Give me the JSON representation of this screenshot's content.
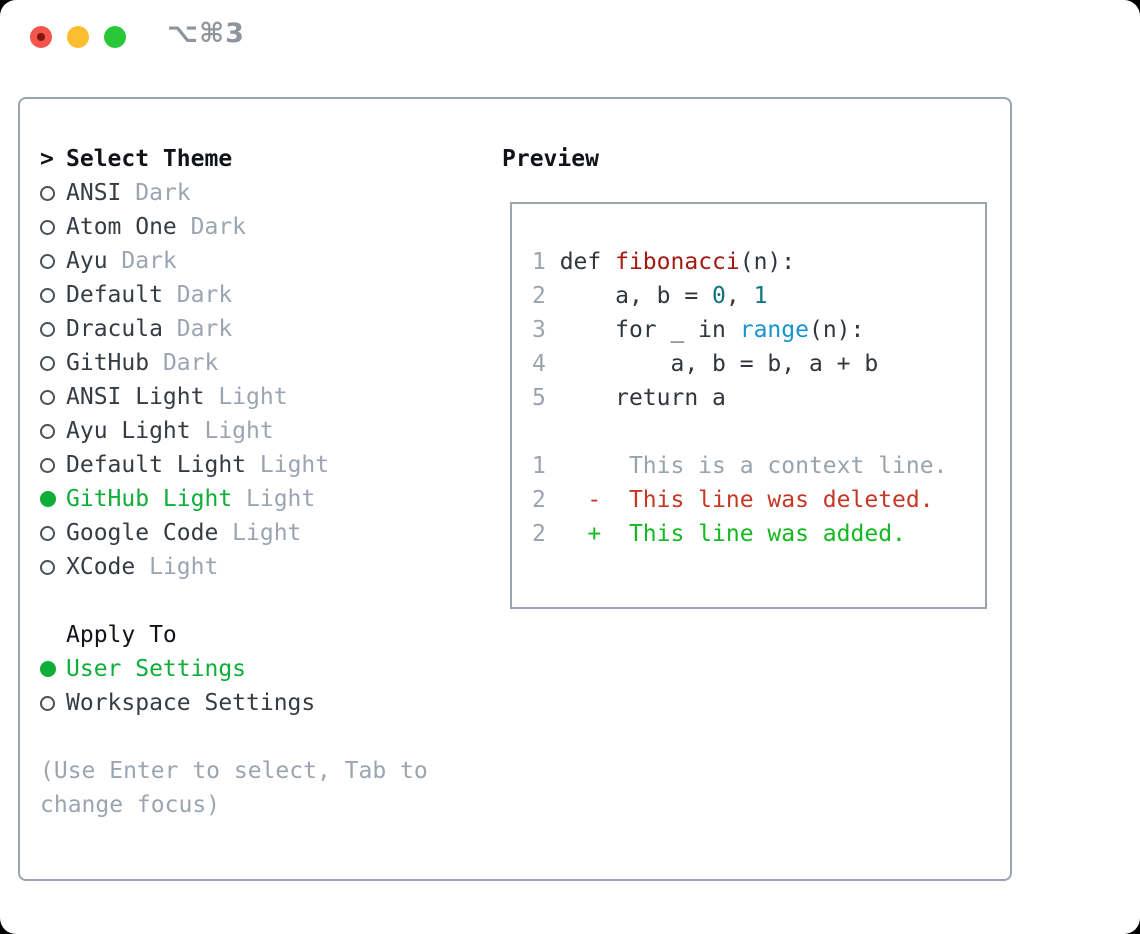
{
  "titlebar": {
    "title": "⌥⌘3",
    "buttons": [
      {
        "name": "close-button"
      },
      {
        "name": "minimize-button"
      },
      {
        "name": "zoom-button"
      }
    ]
  },
  "theme_picker": {
    "prompt": ">",
    "title": "Select Theme",
    "items": [
      {
        "name": "ANSI",
        "variant": "Dark",
        "selected": false
      },
      {
        "name": "Atom One",
        "variant": "Dark",
        "selected": false
      },
      {
        "name": "Ayu",
        "variant": "Dark",
        "selected": false
      },
      {
        "name": "Default",
        "variant": "Dark",
        "selected": false
      },
      {
        "name": "Dracula",
        "variant": "Dark",
        "selected": false
      },
      {
        "name": "GitHub",
        "variant": "Dark",
        "selected": false
      },
      {
        "name": "ANSI Light",
        "variant": "Light",
        "selected": false
      },
      {
        "name": "Ayu Light",
        "variant": "Light",
        "selected": false
      },
      {
        "name": "Default Light",
        "variant": "Light",
        "selected": false
      },
      {
        "name": "GitHub Light",
        "variant": "Light",
        "selected": true
      },
      {
        "name": "Google Code",
        "variant": "Light",
        "selected": false
      },
      {
        "name": "XCode",
        "variant": "Light",
        "selected": false
      }
    ],
    "apply_to": {
      "title": "Apply To",
      "options": [
        {
          "label": "User Settings",
          "selected": true
        },
        {
          "label": "Workspace Settings",
          "selected": false
        }
      ]
    },
    "hint_lines": [
      "(Use Enter to select, Tab to",
      "change focus)"
    ]
  },
  "preview": {
    "title": "Preview",
    "code_lines": [
      {
        "num": "1",
        "segments": [
          {
            "text": " def ",
            "style": "keyword"
          },
          {
            "text": "fibonacci",
            "style": "function"
          },
          {
            "text": "(n):",
            "style": "plain"
          }
        ]
      },
      {
        "num": "2",
        "segments": [
          {
            "text": "     a, b = ",
            "style": "plain"
          },
          {
            "text": "0",
            "style": "number"
          },
          {
            "text": ", ",
            "style": "plain"
          },
          {
            "text": "1",
            "style": "number"
          }
        ]
      },
      {
        "num": "3",
        "segments": [
          {
            "text": "     for _ in ",
            "style": "plain"
          },
          {
            "text": "range",
            "style": "builtin"
          },
          {
            "text": "(n):",
            "style": "plain"
          }
        ]
      },
      {
        "num": "4",
        "segments": [
          {
            "text": "         a, b = b, a + b",
            "style": "plain"
          }
        ]
      },
      {
        "num": "5",
        "segments": [
          {
            "text": "     return a",
            "style": "plain"
          }
        ]
      }
    ],
    "diff_lines": [
      {
        "num": "1",
        "text": "      This is a context line.",
        "kind": "context"
      },
      {
        "num": "2",
        "text": "   -  This line was deleted.",
        "kind": "deleted"
      },
      {
        "num": "2",
        "text": "   +  This line was added.",
        "kind": "added"
      }
    ]
  },
  "colors": {
    "panel_border": "#9ba4af",
    "text_dark": "#353c44",
    "text_black": "#101418",
    "text_gray": "#9ba5b1",
    "accent_green": "#0fae38",
    "diff_added": "#15b822",
    "diff_deleted": "#c53826",
    "syntax_function": "#a31a10",
    "syntax_number": "#10747c",
    "syntax_builtin": "#1793cd",
    "traffic_close": "#f4554c",
    "traffic_minimize": "#fcbd2f",
    "traffic_zoom": "#29c838"
  }
}
